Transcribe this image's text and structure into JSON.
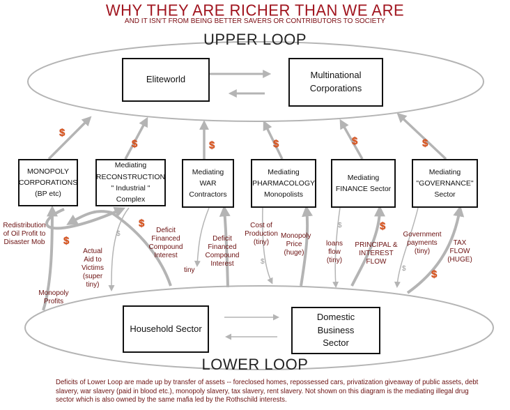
{
  "title": "WHY THEY ARE RICHER THAN WE ARE",
  "subtitle": "AND IT ISN'T FROM BEING BETTER SAVERS OR CONTRIBUTORS TO SOCIETY",
  "upper_loop": {
    "label": "UPPER LOOP",
    "boxes": [
      "Eliteworld",
      "Multinational Corporations"
    ]
  },
  "mediating": [
    "MONOPOLY CORPORATIONS (BP etc)",
    "Mediating RECONSTRUCTION \" Industrial \" Complex",
    "Mediating WAR Contractors",
    "Mediating PHARMACOLOGY Monopolists",
    "Mediating FINANCE Sector",
    "Mediating \"GOVERNANCE\" Sector"
  ],
  "lower_loop": {
    "label": "LOWER LOOP",
    "boxes": [
      "Household Sector",
      "Domestic Business Sector"
    ]
  },
  "flow_labels": {
    "redistribution": "Redistribution of Oil Profit to Disaster Mob",
    "monopoly_profits": "Monopoly Profits",
    "actual_aid": "Actual Aid to Victims (super tiny)",
    "deficit_1": "Deficit Financed Compound Interest",
    "tiny": "tiny",
    "deficit_2": "Deficit Financed Compound Interest",
    "cost_of_production": "Cost of Production (tiny)",
    "monopoly_price": "Monopoly Price (huge)",
    "loans_flow": "loans flow (tiny)",
    "principal_interest": "PRINCIPAL & INTEREST FLOW",
    "government_payments": "Government payments (tiny)",
    "tax_flow": "TAX FLOW (HUGE)"
  },
  "symbols": {
    "dollar": "$"
  },
  "footnote": "Deficits of Lower Loop are made up by transfer of assets -- foreclosed homes, repossessed cars, privatization giveaway of public assets, debt slavery, war slavery (paid in blood etc.), monopoly slavery, tax slavery, rent slavery.  Not shown on this diagram is the mediating illegal drug sector which is also owned by the same mafia led by the Rothschild interests.",
  "colors": {
    "title": "#a0141e",
    "labels": "#6b1010",
    "dollar": "#d8571b",
    "arrow": "#b4b4b4"
  }
}
